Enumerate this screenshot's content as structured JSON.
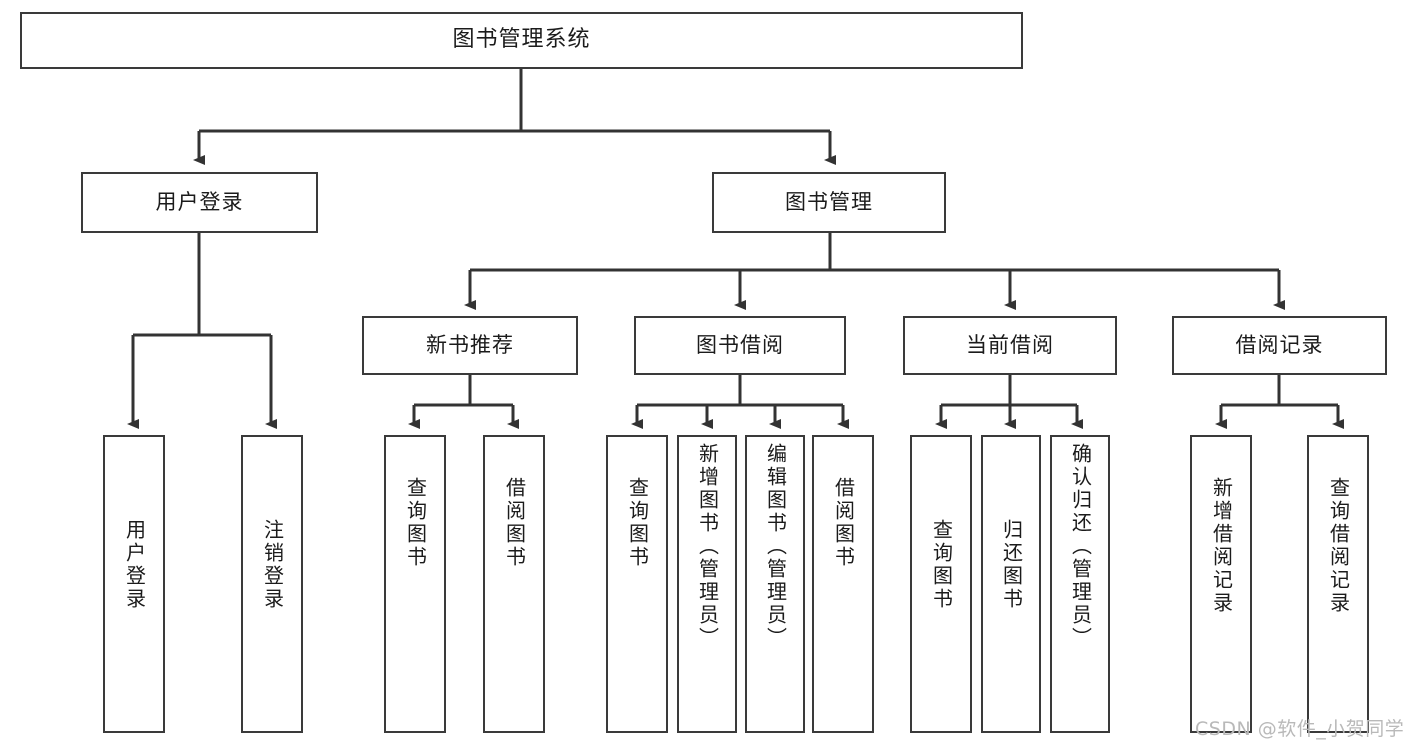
{
  "diagram": {
    "type": "tree",
    "title": "图书管理系统",
    "colors": {
      "box_border": "#3a3a3a",
      "box_fill": "#ffffff",
      "line": "#333333",
      "text": "#1b1b1b",
      "watermark": "#b9b9b9",
      "background": "#ffffff"
    },
    "root": {
      "label": "图书管理系统"
    },
    "level2": [
      {
        "label": "用户登录"
      },
      {
        "label": "图书管理"
      }
    ],
    "level3": [
      {
        "label": "新书推荐"
      },
      {
        "label": "图书借阅"
      },
      {
        "label": "当前借阅"
      },
      {
        "label": "借阅记录"
      }
    ],
    "leaves": {
      "user_login": [
        {
          "label": "用户登录"
        },
        {
          "label": "注销登录"
        }
      ],
      "new_book_recommend": [
        {
          "label": "查询图书"
        },
        {
          "label": "借阅图书"
        }
      ],
      "book_borrow": [
        {
          "label": "查询图书"
        },
        {
          "label": "新增图书（管理员）"
        },
        {
          "label": "编辑图书（管理员）"
        },
        {
          "label": "借阅图书"
        }
      ],
      "current_borrow": [
        {
          "label": "查询图书"
        },
        {
          "label": "归还图书"
        },
        {
          "label": "确认归还（管理员）"
        }
      ],
      "borrow_records": [
        {
          "label": "新增借阅记录"
        },
        {
          "label": "查询借阅记录"
        }
      ]
    }
  },
  "watermark": {
    "text": "CSDN @软件_小贺同学"
  }
}
